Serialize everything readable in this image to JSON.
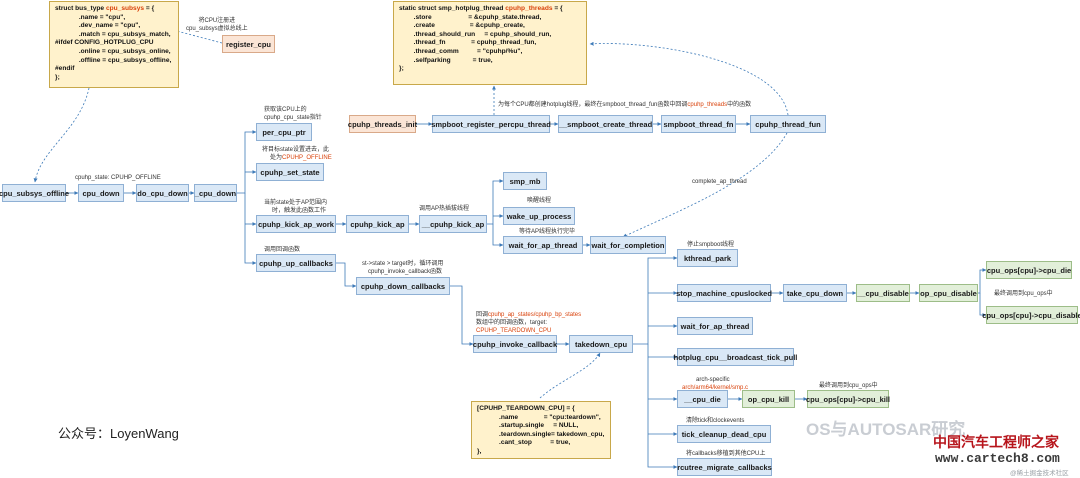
{
  "code_boxes": {
    "bus_type": {
      "head": "struct bus_type ",
      "head_hl": "cpu_subsys",
      "head_tail": " = {",
      "lines": [
        "             .name = \"cpu\",",
        "             .dev_name = \"cpu\",",
        "             .match = cpu_subsys_match,",
        "#ifdef CONFIG_HOTPLUG_CPU",
        "             .online = cpu_subsys_online,",
        "             .offline = cpu_subsys_offline,",
        "#endif",
        "};"
      ]
    },
    "hotplug_thread": {
      "head": "static struct smp_hotplug_thread ",
      "head_hl": "cpuhp_threads",
      "head_tail": " = {",
      "lines": [
        "        .store                    = &cpuhp_state.thread,",
        "        .create                   = &cpuhp_create,",
        "        .thread_should_run     = cpuhp_should_run,",
        "        .thread_fn              = cpuhp_thread_fun,",
        "        .thread_comm          = \"cpuhp/%u\",",
        "        .selfparking            = true,",
        "};"
      ]
    },
    "teardown": {
      "lines": [
        "[CPUHP_TEARDOWN_CPU] = {",
        "            .name              = \"cpu:teardown\",",
        "            .startup.single     = NULL,",
        "            .teardown.single= takedown_cpu,",
        "            .cant_stop          = true,",
        "},"
      ]
    }
  },
  "nodes": {
    "register_cpu": "register_cpu",
    "cpuhp_threads_init": "cpuhp_threads_init",
    "smpboot_register_percpu_thread": "smpboot_register_percpu_thread",
    "smpboot_create_thread": "__smpboot_create_thread",
    "smpboot_thread_fn": "smpboot_thread_fn",
    "cpuhp_thread_fun": "cpuhp_thread_fun",
    "cpu_subsys_offline": "cpu_subsys_offline",
    "cpu_down": "cpu_down",
    "do_cpu_down": "do_cpu_down",
    "_cpu_down": "_cpu_down",
    "per_cpu_ptr": "per_cpu_ptr",
    "cpuhp_set_state": "cpuhp_set_state",
    "cpuhp_kick_ap_work": "cpuhp_kick_ap_work",
    "cpuhp_kick_ap": "cpuhp_kick_ap",
    "cpuhp_kick_ap_inner": "__cpuhp_kick_ap",
    "smp_mb": "smp_mb",
    "wake_up_process": "wake_up_process",
    "wait_for_ap_thread": "wait_for_ap_thread",
    "wait_for_completion": "wait_for_completion",
    "cpuhp_up_callbacks": "cpuhp_up_callbacks",
    "cpuhp_down_callbacks": "cpuhp_down_callbacks",
    "cpuhp_invoke_callback": "cpuhp_invoke_callback",
    "takedown_cpu": "takedown_cpu",
    "kthread_park": "kthread_park",
    "stop_machine_cpuslocked": "stop_machine_cpuslocked",
    "take_cpu_down": "take_cpu_down",
    "cpu_disable": "__cpu_disable",
    "op_cpu_disable": "op_cpu_disable",
    "cpu_ops_cpu_die": "cpu_ops[cpu]->cpu_die",
    "cpu_ops_cpu_disable": "cpu_ops[cpu]->cpu_disable",
    "wait_for_ap_thread2": "wait_for_ap_thread",
    "hotplug_cpu_broadcast": "hotplug_cpu__broadcast_tick_pull",
    "cpu_die": "__cpu_die",
    "op_cpu_kill": "op_cpu_kill",
    "cpu_ops_cpu_kill": "cpu_ops[cpu]->cpu_kill",
    "tick_cleanup_dead_cpu": "tick_cleanup_dead_cpu",
    "rcutree_migrate_callbacks": "rcutree_migrate_callbacks"
  },
  "notes": {
    "register_note_1": "将CPU注册进",
    "register_note_2": "cpu_subsys虚拟总线上",
    "percpu_note": "为每个CPU都创建hotplug线程，最终在smpboot_thread_fun函数中回调",
    "percpu_note_hl": "cpuhp_threads",
    "percpu_note_tail": "中的函数",
    "state_offline": "cpuhp_state: CPUHP_OFFLINE",
    "per_cpu_note_1": "获取该CPU上的",
    "per_cpu_note_2": "cpuhp_cpu_state指针",
    "set_state_note_1": "将目标state设置进去，此",
    "set_state_note_2": "处为",
    "set_state_note_hl": "CPUHP_OFFLINE",
    "kick_work_note_1": "当前state处于AP范围内",
    "kick_work_note_2": "时，触发此函数工作",
    "kick_ap_note": "调用AP热插拔线程",
    "wake_note": "唤醒线程",
    "wait_note": "等待AP线程执行完毕",
    "complete_note": "complete_ap_thread",
    "up_callbacks_note": "调用回调函数",
    "down_cb_note_1": "st->state > target时，循环调用",
    "down_cb_note_2": "cpuhp_invoke_callback函数",
    "invoke_note_1": "回调",
    "invoke_note_hl": "cpuhp_ap_states/cpuhp_bp_states",
    "invoke_note_2": "数组中的回调函数，target:",
    "invoke_note_hl2": "CPUHP_TEARDOWN_CPU",
    "park_note": "停止smpboot线程",
    "ops_note": "最终调用到cpu_ops中",
    "arch_note_1": "arch-specific",
    "arch_note_hl": "arch/arm64/kernel/smp.c",
    "kill_note": "最终调用到cpu_ops中",
    "tick_note": "清除tick和clockevents",
    "rcu_note": "将callbacks移植到其他CPU上"
  },
  "footer": {
    "wechat": "公众号：LoyenWang",
    "watermark_os": "OS与AUTOSAR研究",
    "watermark_cn": "中国汽车工程师之家",
    "watermark_url": "www.cartech8.com",
    "watermark_small": "@稀土掘金技术社区"
  },
  "colors": {
    "node_blue": "#dae8f6",
    "node_orange": "#fbe5d6",
    "node_green": "#e2efd9",
    "code_yellow": "#fff2cc",
    "highlight": "#d9420b",
    "connector": "#3d7ab8"
  }
}
